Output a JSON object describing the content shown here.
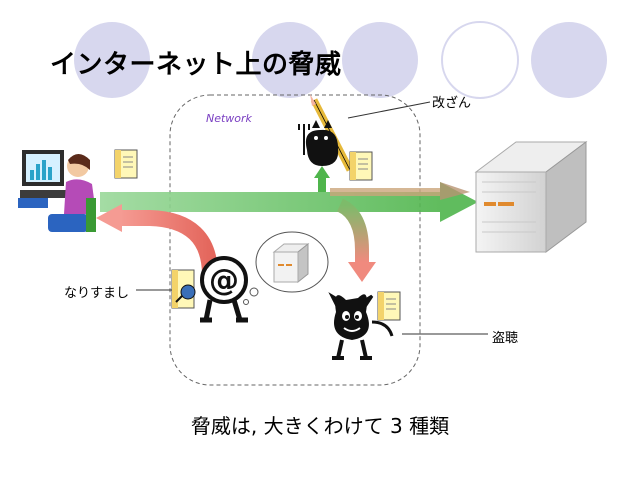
{
  "slide": {
    "title": "インターネット上の脅威",
    "summary": "脅威は, 大きくわけて 3 種類"
  },
  "network": {
    "label": "Network"
  },
  "threats": {
    "tampering": "改ざん",
    "spoofing": "なりすまし",
    "eavesdropping": "盗聴"
  },
  "colors": {
    "circle_fill": "#d7d7ee",
    "green_arrow": "#6fc96a",
    "red_arrow": "#f08a80",
    "network_border": "#666666"
  }
}
